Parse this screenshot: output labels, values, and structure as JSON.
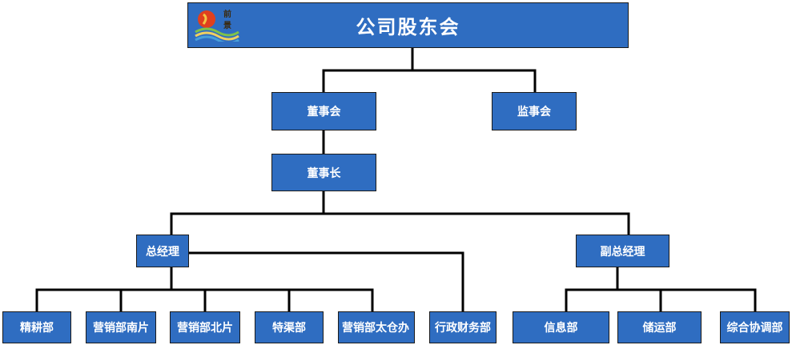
{
  "diagram": {
    "top": {
      "label": "公司股东会"
    },
    "board": {
      "label": "董事会"
    },
    "supervisors": {
      "label": "监事会"
    },
    "chairman": {
      "label": "董事长"
    },
    "gm": {
      "label": "总经理"
    },
    "deputy_gm": {
      "label": "副总经理"
    },
    "departments": [
      {
        "label": "精耕部"
      },
      {
        "label": "营销部南片"
      },
      {
        "label": "营销部北片"
      },
      {
        "label": "特渠部"
      },
      {
        "label": "营销部太仓办"
      },
      {
        "label": "行政财务部"
      },
      {
        "label": "信息部"
      },
      {
        "label": "储运部"
      },
      {
        "label": "综合协调部"
      }
    ]
  },
  "colors": {
    "box_fill": "#2f6dc1",
    "box_text": "#ffffff",
    "connector": "#000000"
  },
  "logo": {
    "icon": "company-logo-icon",
    "text": "前景"
  }
}
